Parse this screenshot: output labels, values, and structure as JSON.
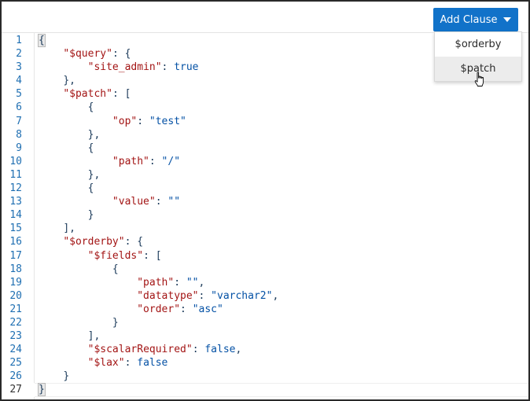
{
  "toolbar": {
    "add_clause_label": "Add Clause",
    "accent_color": "#1172c9"
  },
  "menu": {
    "items": [
      {
        "label": "$orderby",
        "hovered": false
      },
      {
        "label": "$patch",
        "hovered": true
      }
    ]
  },
  "editor": {
    "active_line": 27,
    "lines": [
      {
        "n": "1"
      },
      {
        "n": "2"
      },
      {
        "n": "3"
      },
      {
        "n": "4"
      },
      {
        "n": "5"
      },
      {
        "n": "6"
      },
      {
        "n": "7"
      },
      {
        "n": "8"
      },
      {
        "n": "9"
      },
      {
        "n": "10"
      },
      {
        "n": "11"
      },
      {
        "n": "12"
      },
      {
        "n": "13"
      },
      {
        "n": "14"
      },
      {
        "n": "15"
      },
      {
        "n": "16"
      },
      {
        "n": "17"
      },
      {
        "n": "18"
      },
      {
        "n": "19"
      },
      {
        "n": "20"
      },
      {
        "n": "21"
      },
      {
        "n": "22"
      },
      {
        "n": "23"
      },
      {
        "n": "24"
      },
      {
        "n": "25"
      },
      {
        "n": "26"
      },
      {
        "n": "27"
      }
    ],
    "tokens": {
      "l1": "{",
      "l2_key": "\"$query\"",
      "l2_rest": ": {",
      "l3_key": "\"site_admin\"",
      "l3_sep": ": ",
      "l3_val": "true",
      "l4": "},",
      "l5_key": "\"$patch\"",
      "l5_rest": ": [",
      "l6": "{",
      "l7_key": "\"op\"",
      "l7_sep": ": ",
      "l7_val": "\"test\"",
      "l8": "},",
      "l9": "{",
      "l10_key": "\"path\"",
      "l10_sep": ": ",
      "l10_val": "\"/\"",
      "l11": "},",
      "l12": "{",
      "l13_key": "\"value\"",
      "l13_sep": ": ",
      "l13_val": "\"\"",
      "l14": "}",
      "l15": "],",
      "l16_key": "\"$orderby\"",
      "l16_rest": ": {",
      "l17_key": "\"$fields\"",
      "l17_rest": ": [",
      "l18": "{",
      "l19_key": "\"path\"",
      "l19_sep": ": ",
      "l19_val": "\"\"",
      "l19_end": ",",
      "l20_key": "\"datatype\"",
      "l20_sep": ": ",
      "l20_val": "\"varchar2\"",
      "l20_end": ",",
      "l21_key": "\"order\"",
      "l21_sep": ": ",
      "l21_val": "\"asc\"",
      "l22": "}",
      "l23": "],",
      "l24_key": "\"$scalarRequired\"",
      "l24_sep": ": ",
      "l24_val": "false",
      "l24_end": ",",
      "l25_key": "\"$lax\"",
      "l25_sep": ": ",
      "l25_val": "false",
      "l26": "}",
      "l27": "}"
    }
  }
}
